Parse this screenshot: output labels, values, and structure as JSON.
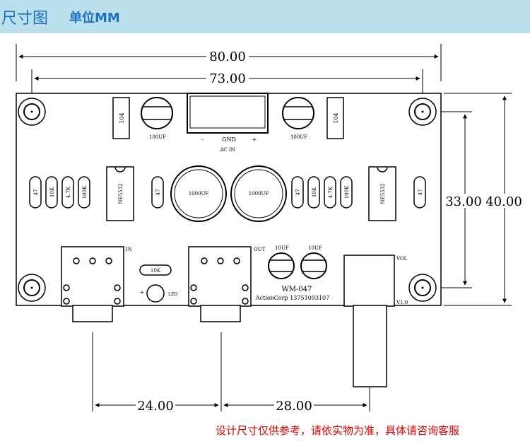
{
  "header": {
    "title": "尺寸图",
    "unit": "单位MM",
    "color": "#1f6fbf",
    "background": "#b9e0ec"
  },
  "dimensions": {
    "width_outer": "80.00",
    "width_holes": "73.00",
    "height_holes": "33.00",
    "height_outer": "40.00",
    "jack_spacing": "24.00",
    "jack_to_pot": "28.00"
  },
  "board": {
    "model": "WM-047",
    "maker": "ActionCorp 13751093107",
    "version": "V1.0",
    "labels": {
      "in": "IN",
      "out": "OUT",
      "vol": "VOL",
      "led": "LED",
      "plus": "+",
      "minus": "-",
      "gnd": "GND",
      "ac_in": "AC IN"
    },
    "components": {
      "res_104": "104",
      "cap_100uf": "100UF",
      "res_47": "47",
      "res_10k": "10K",
      "res_47k": "4.7K",
      "res_100k": "100K",
      "ic": "NE5532",
      "cap_1000uf": "1000UF",
      "cap_10uf": "10UF"
    }
  },
  "footnote": {
    "text": "设计尺寸仅供参考，请依实物为准，具体请咨询客服",
    "color": "#e00000"
  }
}
